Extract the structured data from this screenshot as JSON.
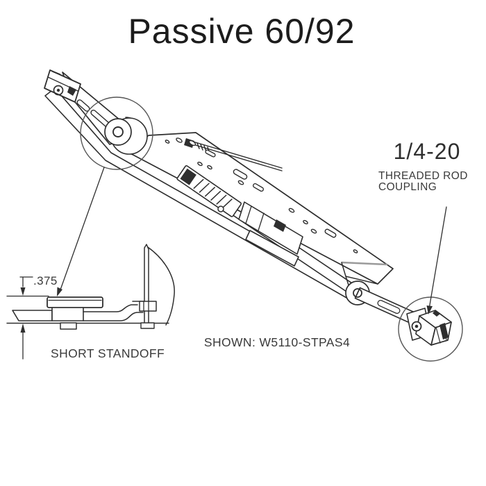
{
  "title": "Passive 60/92",
  "coupling_callout": {
    "size": "1/4-20",
    "desc_line1": "THREADED ROD",
    "desc_line2": "COUPLING"
  },
  "standoff_detail": {
    "dimension": ".375",
    "label": "SHORT STANDOFF"
  },
  "caption": "SHOWN: W5110-STPAS4",
  "colors": {
    "background": "#ffffff",
    "line_ink": "#2e2e2e",
    "text": "#3a3a3a",
    "title_text": "#1c1c1c",
    "callout_circle": "#555555",
    "fold_shading": "#9a9a9a"
  }
}
